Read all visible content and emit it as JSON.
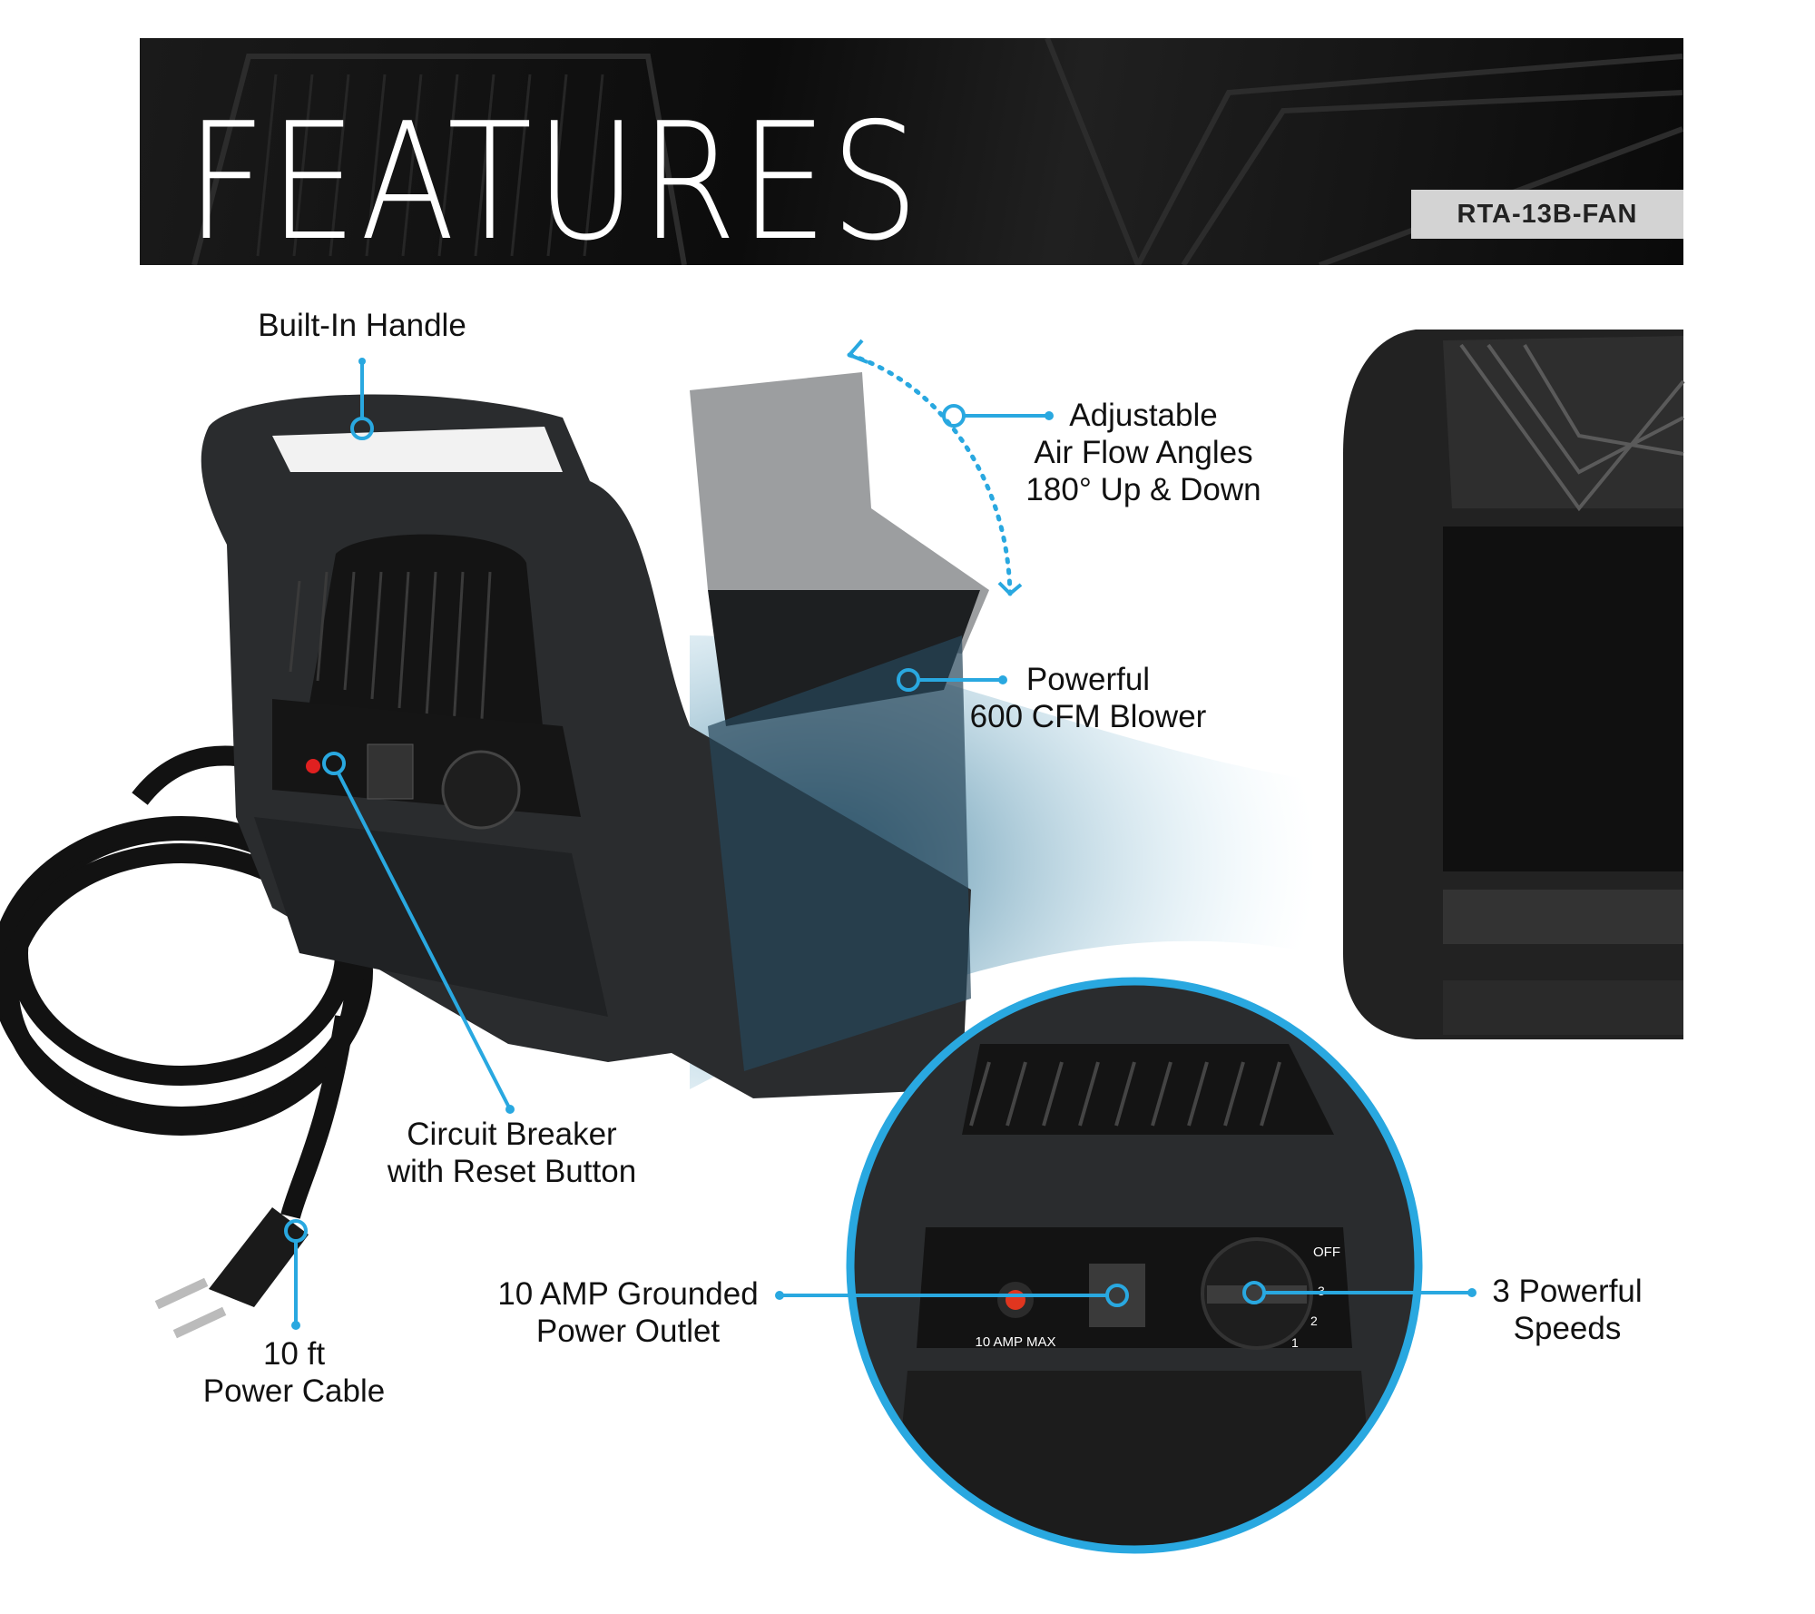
{
  "banner": {
    "title": "FEATURES",
    "model": "RTA-13B-FAN"
  },
  "features": {
    "handle": {
      "line1": "Built-In Handle"
    },
    "airflow": {
      "line1": "Adjustable",
      "line2": "Air Flow Angles",
      "line3": "180° Up & Down"
    },
    "blower": {
      "line1": "Powerful",
      "line2": "600 CFM Blower"
    },
    "breaker": {
      "line1": "Circuit Breaker",
      "line2": "with Reset Button"
    },
    "cable": {
      "line1": "10 ft",
      "line2": "Power Cable"
    },
    "outlet": {
      "line1": "10 AMP Grounded",
      "line2": "Power Outlet"
    },
    "speeds": {
      "line1": "3 Powerful",
      "line2": "Speeds"
    }
  },
  "panel": {
    "amp_label": "10 AMP MAX",
    "dial_off": "OFF",
    "dial_3": "3",
    "dial_2": "2",
    "dial_1": "1"
  },
  "colors": {
    "accent": "#29a8e0",
    "dark": "#1c1c1c"
  }
}
